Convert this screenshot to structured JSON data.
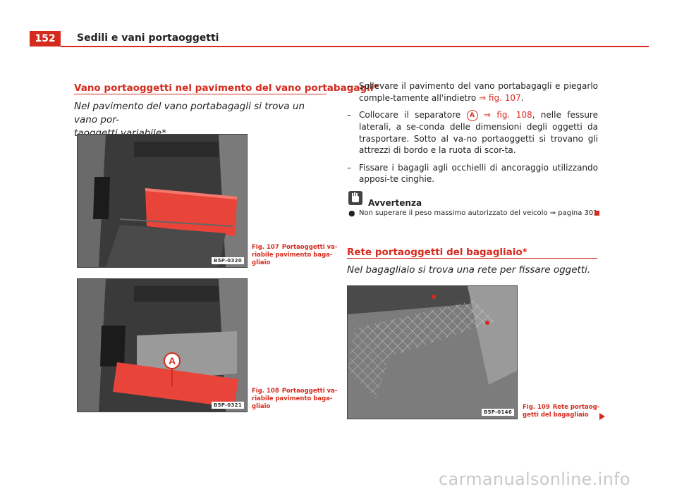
{
  "header": {
    "page_number": "152",
    "title": "Sedili e vani portaoggetti"
  },
  "section1": {
    "title": "Vano portaoggetti nel pavimento del vano portabagagli*",
    "subtitle_line1": "Nel pavimento del vano portabagagli si trova un vano por-",
    "subtitle_line2": "taoggetti variabile*"
  },
  "figures": {
    "fig107": {
      "code": "B5P-0320",
      "label": "Fig. 107",
      "caption_l1": "Portaoggetti va-",
      "caption_l2": "riabile pavimento baga-",
      "caption_l3": "gliaio"
    },
    "fig108": {
      "code": "B5P-0321",
      "callout": "A",
      "label": "Fig. 108",
      "caption_l1": "Portaoggetti va-",
      "caption_l2": "riabile pavimento baga-",
      "caption_l3": "gliaio"
    },
    "fig109": {
      "code": "B5P-0146",
      "label": "Fig. 109",
      "caption_l1": "Rete portaog-",
      "caption_l2": "getti del bagagliaio"
    }
  },
  "steps": [
    {
      "dash": "–",
      "text": "Sollevare il pavimento del vano portabagagli e piegarlo comple-tamente all'indietro ",
      "ref": "⇒ fig. 107",
      "end": "."
    },
    {
      "dash": "–",
      "pre": "Collocare il separatore ",
      "callout": "A",
      "ref": " ⇒ fig. 108",
      "text": ", nelle fessure laterali, a se-conda delle dimensioni degli oggetti da trasportare. Sotto al va-no portaoggetti si trovano gli attrezzi di bordo e la ruota di scor-ta."
    },
    {
      "dash": "–",
      "text": "Fissare i bagagli agli occhielli di ancoraggio utilizzando apposi-te cinghie."
    }
  ],
  "note": {
    "title": "Avvertenza",
    "bullet": "●",
    "text": "Non superare il peso massimo autorizzato del veicolo ⇒ pagina 301."
  },
  "section2": {
    "title": "Rete portaoggetti del bagagliaio*",
    "subtitle": "Nel bagagliaio si trova una rete per fissare oggetti."
  },
  "watermark": "carmanualsonline.info",
  "colors": {
    "accent": "#d52b1e",
    "text": "#222222",
    "watermark": "#c9c9c9"
  },
  "icons": {
    "note": "note-hand-icon",
    "continue": "arrow-right-icon",
    "end": "end-square-icon"
  }
}
